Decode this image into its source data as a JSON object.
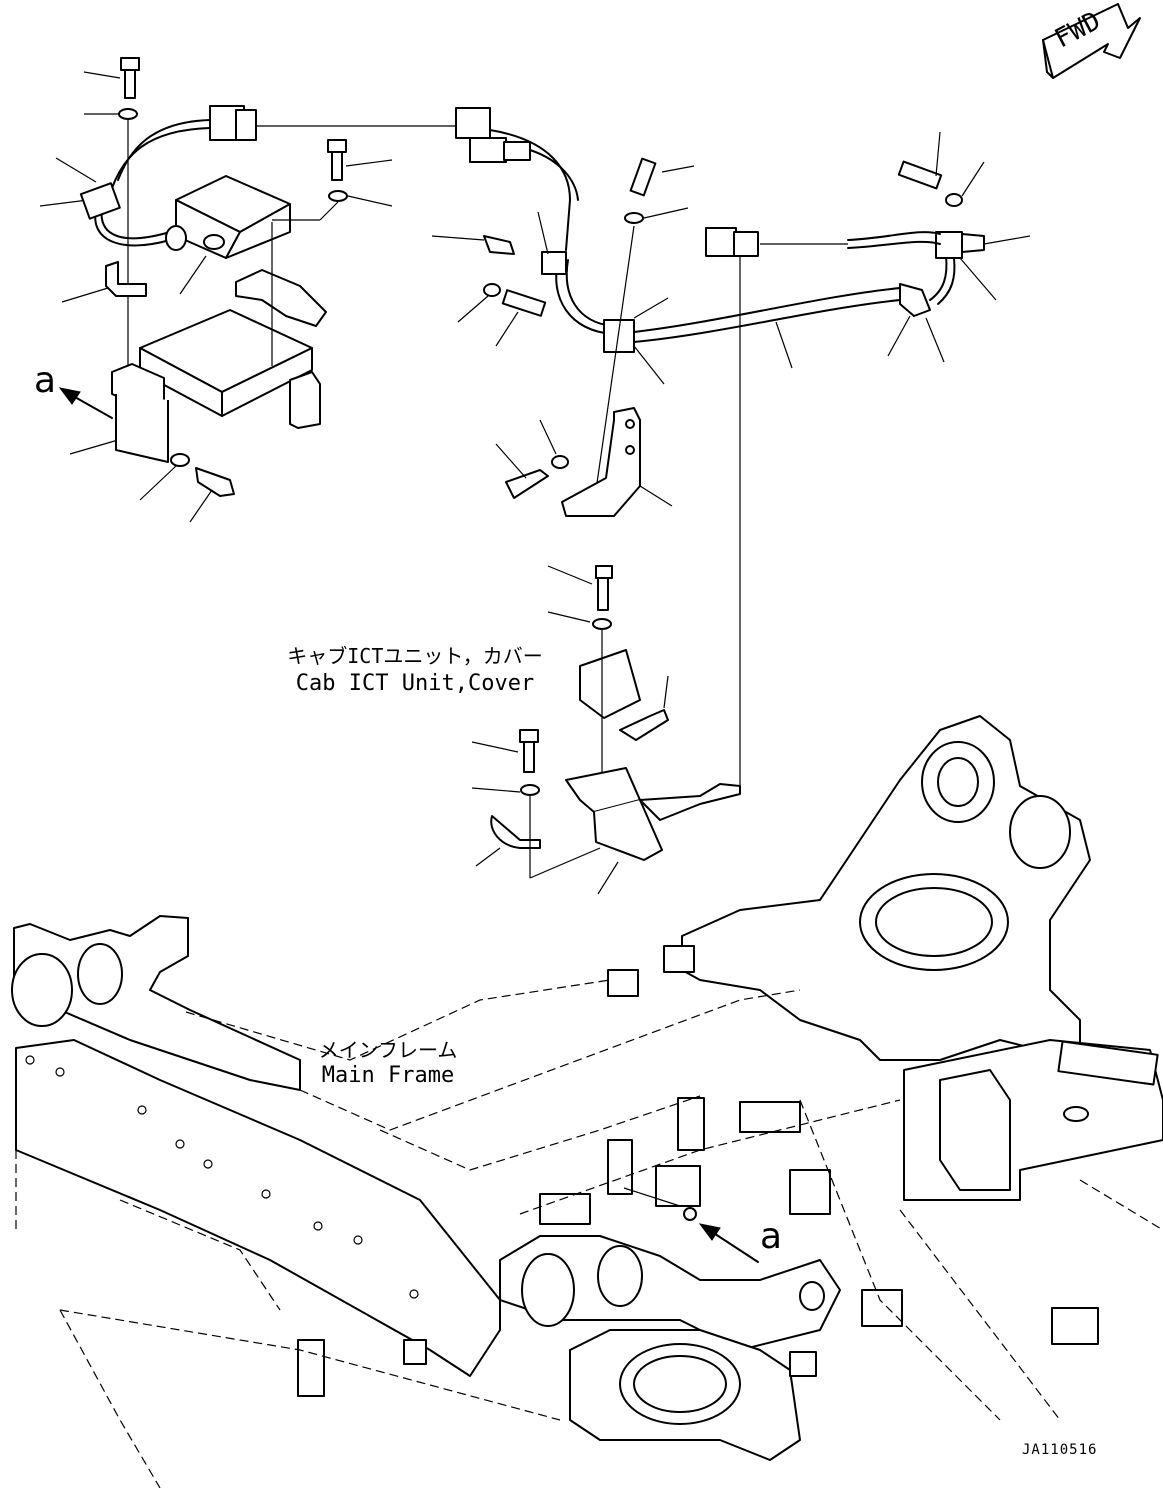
{
  "diagram": {
    "direction_label": "FWD",
    "labels": {
      "cab_unit_jp": "キャブICTユニット，カバー",
      "cab_unit_en": "Cab ICT Unit,Cover",
      "main_frame_jp": "メインフレーム",
      "main_frame_en": "Main Frame"
    },
    "callouts": {
      "view_a_top": "a",
      "view_a_bottom": "a"
    },
    "drawing_number": "JA110516"
  }
}
